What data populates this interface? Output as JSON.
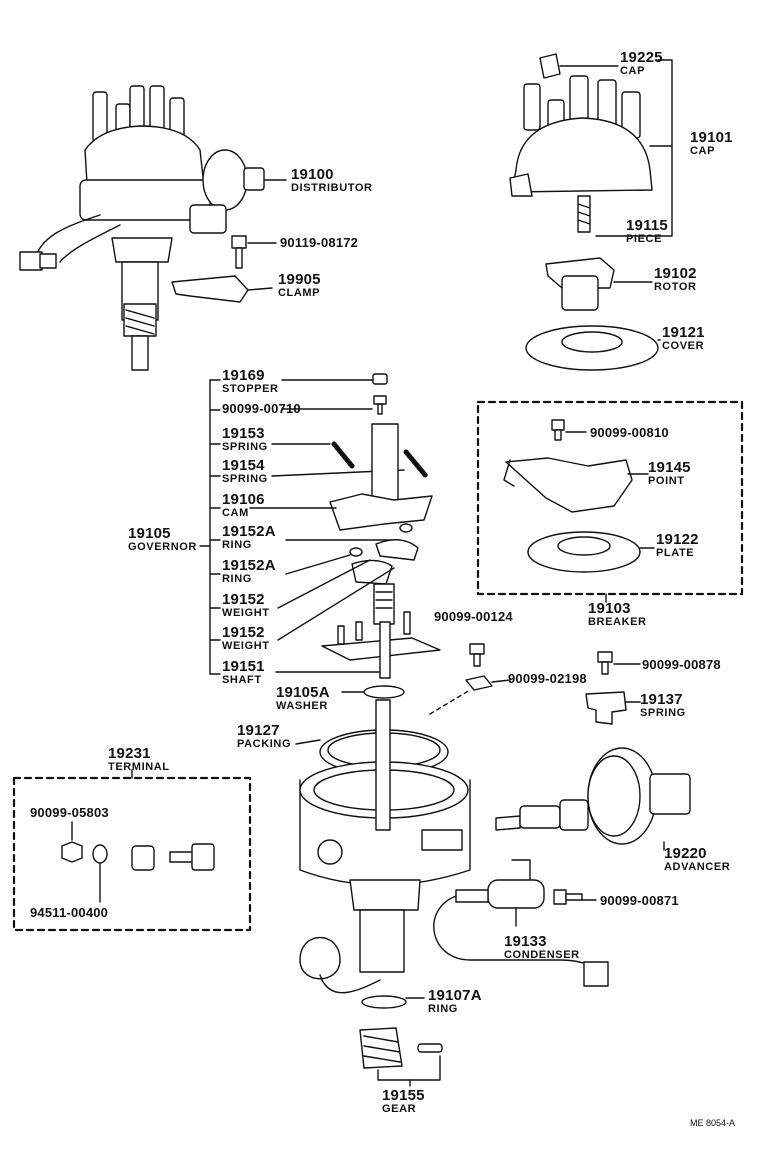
{
  "parts": {
    "p19100": {
      "number": "19100",
      "name": "DISTRIBUTOR"
    },
    "p90119": {
      "number": "90119-08172"
    },
    "p19905": {
      "number": "19905",
      "name": "CLAMP"
    },
    "p19225": {
      "number": "19225",
      "name": "CAP"
    },
    "p19101": {
      "number": "19101",
      "name": "CAP"
    },
    "p19115": {
      "number": "19115",
      "name": "PIECE"
    },
    "p19102": {
      "number": "19102",
      "name": "ROTOR"
    },
    "p19121": {
      "number": "19121",
      "name": "COVER"
    },
    "p19169": {
      "number": "19169",
      "name": "STOPPER"
    },
    "p90099_00710": {
      "number": "90099-00710"
    },
    "p19153": {
      "number": "19153",
      "name": "SPRING"
    },
    "p19154": {
      "number": "19154",
      "name": "SPRING"
    },
    "p19106": {
      "number": "19106",
      "name": "CAM"
    },
    "p19105": {
      "number": "19105",
      "name": "GOVERNOR"
    },
    "p19152A_1": {
      "number": "19152A",
      "name": "RING"
    },
    "p19152A_2": {
      "number": "19152A",
      "name": "RING"
    },
    "p19152_1": {
      "number": "19152",
      "name": "WEIGHT"
    },
    "p19152_2": {
      "number": "19152",
      "name": "WEIGHT"
    },
    "p19151": {
      "number": "19151",
      "name": "SHAFT"
    },
    "p19105A": {
      "number": "19105A",
      "name": "WASHER"
    },
    "p19127": {
      "number": "19127",
      "name": "PACKING"
    },
    "p90099_00810": {
      "number": "90099-00810"
    },
    "p19145": {
      "number": "19145",
      "name": "POINT"
    },
    "p19122": {
      "number": "19122",
      "name": "PLATE"
    },
    "p19103": {
      "number": "19103",
      "name": "BREAKER"
    },
    "p90099_00124": {
      "number": "90099-00124"
    },
    "p90099_02198": {
      "number": "90099-02198"
    },
    "p90099_00878": {
      "number": "90099-00878"
    },
    "p19137": {
      "number": "19137",
      "name": "SPRING"
    },
    "p19231": {
      "number": "19231",
      "name": "TERMINAL"
    },
    "p90099_05803": {
      "number": "90099-05803"
    },
    "p94511_00400": {
      "number": "94511-00400"
    },
    "p19220": {
      "number": "19220",
      "name": "ADVANCER"
    },
    "p90099_00871": {
      "number": "90099-00871"
    },
    "p19133": {
      "number": "19133",
      "name": "CONDENSER"
    },
    "p19107A": {
      "number": "19107A",
      "name": "RING"
    },
    "p19155": {
      "number": "19155",
      "name": "GEAR"
    }
  },
  "footer": {
    "code": "ME  8054-A"
  }
}
